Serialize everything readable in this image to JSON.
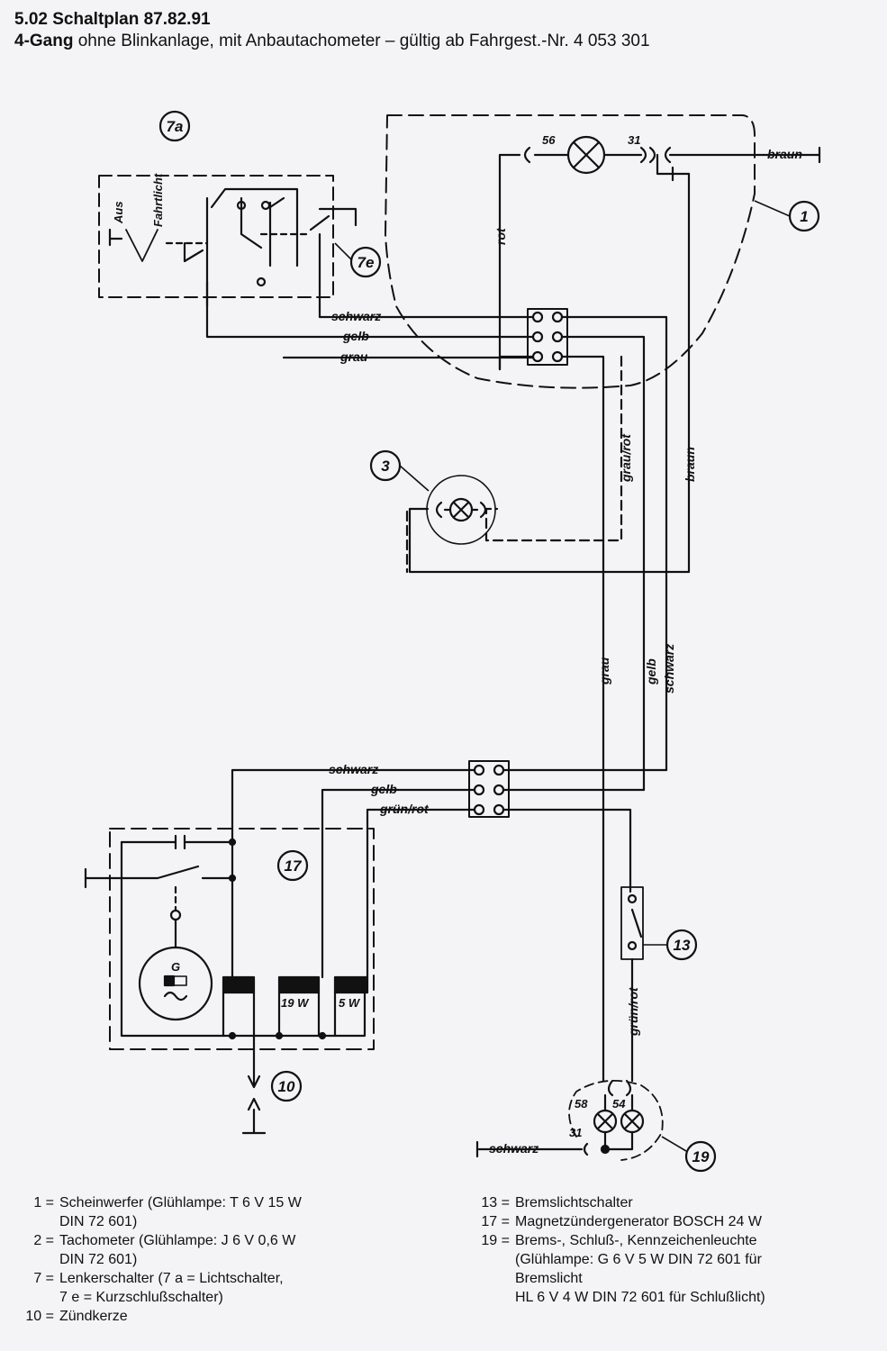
{
  "title": {
    "line1": "5.02 Schaltplan 87.82.91",
    "line2_bold": "4-Gang",
    "line2_rest": " ohne Blinkanlage, mit Anbautachometer – gültig ab Fahrgest.-Nr. 4 053 301"
  },
  "wire_labels": {
    "braun_top": "braun",
    "rot": "rot",
    "schwarz_upper": "schwarz",
    "gelb_upper": "gelb",
    "grau_upper": "grau",
    "grau_rot": "grau/rot",
    "braun_vertical": "braun",
    "grau_vertical": "grau",
    "gelb_vertical": "gelb",
    "schwarz_vertical": "schwarz",
    "schwarz_lower": "schwarz",
    "gelb_lower": "gelb",
    "gruen_rot_lower": "grün/rot",
    "gruen_rot_vertical": "grün/rot",
    "schwarz_bottom": "schwarz"
  },
  "component_labels": {
    "aus": "Aus",
    "fahrtlicht": "Fahrtlicht",
    "generator_g": "G",
    "coil_19w": "19 W",
    "coil_5w": "5 W"
  },
  "terminal_labels": {
    "t56": "56",
    "t31_top": "31",
    "t58": "58",
    "t54": "54",
    "t31_bottom": "31"
  },
  "callouts": {
    "c1": "1",
    "c3": "3",
    "c7a": "7a",
    "c7e": "7e",
    "c10": "10",
    "c13": "13",
    "c17": "17",
    "c19": "19"
  },
  "legend_left": [
    {
      "num": "1 =",
      "text": "Scheinwerfer (Glühlampe: T 6 V 15 W\nDIN 72 601)"
    },
    {
      "num": "2 =",
      "text": "Tachometer (Glühlampe: J 6 V 0,6 W\nDIN 72 601)"
    },
    {
      "num": "7 =",
      "text": "Lenkerschalter (7 a = Lichtschalter,\n7 e = Kurzschlußschalter)"
    },
    {
      "num": "10 =",
      "text": "Zündkerze"
    }
  ],
  "legend_right": [
    {
      "num": "13 =",
      "text": "Bremslichtschalter"
    },
    {
      "num": "17 =",
      "text": "Magnetzündergenerator BOSCH 24 W"
    },
    {
      "num": "19 =",
      "text": "Brems-, Schluß-, Kennzeichenleuchte\n(Glühlampe: G 6 V 5 W DIN 72 601 für\nBremslicht\nHL 6 V 4 W DIN 72 601 für Schlußlicht)"
    }
  ]
}
